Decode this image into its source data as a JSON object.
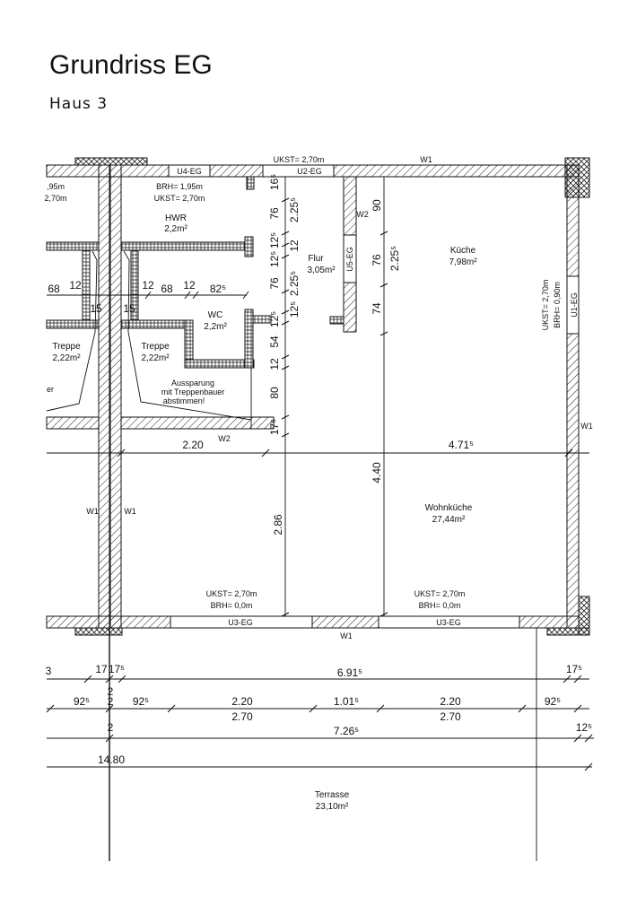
{
  "header": {
    "title": "Grundriss EG",
    "subtitle": "Haus 3"
  },
  "rooms": [
    {
      "name": "HWR",
      "area": "2,2m²"
    },
    {
      "name": "WC",
      "area": "2,2m²"
    },
    {
      "name": "Flur",
      "area": "3,05m²"
    },
    {
      "name": "Küche",
      "area": "7,98m²"
    },
    {
      "name": "Treppe",
      "area": "2,22m²"
    },
    {
      "name": "Treppe",
      "area": "2,22m²"
    },
    {
      "name": "Wohnküche",
      "area": "27,44m²"
    },
    {
      "name": "Terrasse",
      "area": "23,10m²"
    }
  ],
  "openings": {
    "u4": "U4-EG",
    "u2": "U2-EG",
    "u5": "U5-EG",
    "u1": "U1-EG",
    "u3a": "U3-EG",
    "u3b": "U3-EG"
  },
  "annotations": {
    "ukst_top": "UKST= 2,70m",
    "hwr_brh": "BRH= 1,95m",
    "hwr_ukst": "UKST= 2,70m",
    "left_brh": ",95m",
    "left_ukst": "2,70m",
    "kueche_ukst": "UKST= 2,70m",
    "kueche_brh": "BRH= 0,90m",
    "bottom1_ukst": "UKST= 2,70m",
    "bottom1_brh": "BRH= 0,0m",
    "bottom2_ukst": "UKST= 2,70m",
    "bottom2_brh": "BRH= 0,0m",
    "aussparung": [
      "Aussparung",
      "mit Treppenbauer",
      "abstimmen!"
    ],
    "left_cut": "er",
    "wall_labels": {
      "w1_top": "W1",
      "w1_right": "W1",
      "w1_bottom": "W1",
      "w1_left_a": "W1",
      "w1_left_b": "W1",
      "w2_mid": "W2",
      "w2_flur": "W2"
    }
  },
  "dimensions": {
    "flur_vertical": [
      "16⁵",
      "76",
      "12⁵",
      "12",
      "12⁵",
      "76",
      "12⁵",
      "12⁵",
      "54",
      "12",
      "80",
      "17⁵"
    ],
    "flur_vertical_sum": [
      "2.25⁵",
      "2.25⁵"
    ],
    "kueche_vertical": [
      "90",
      "76",
      "74"
    ],
    "kueche_vertical_sum": "2.25⁵",
    "wohn_vertical": [
      "2.86",
      "4.40"
    ],
    "horizontal_mid": [
      "2.20",
      "4.71⁵"
    ],
    "horizontal_stairs": [
      "68",
      "12",
      "15",
      "15",
      "12",
      "68",
      "12",
      "82⁵"
    ],
    "row1": [
      "3",
      "17",
      "17⁵",
      "6.91⁵",
      "17⁵"
    ],
    "row2": [
      "92⁵",
      "2",
      "2",
      "92⁵",
      "2.20",
      "1.01⁵",
      "2.20",
      "92⁵"
    ],
    "row2_sub": [
      "2.70",
      "2.70"
    ],
    "row3": [
      "2",
      "7.26⁵",
      "12⁵"
    ],
    "row4": "14.80"
  }
}
